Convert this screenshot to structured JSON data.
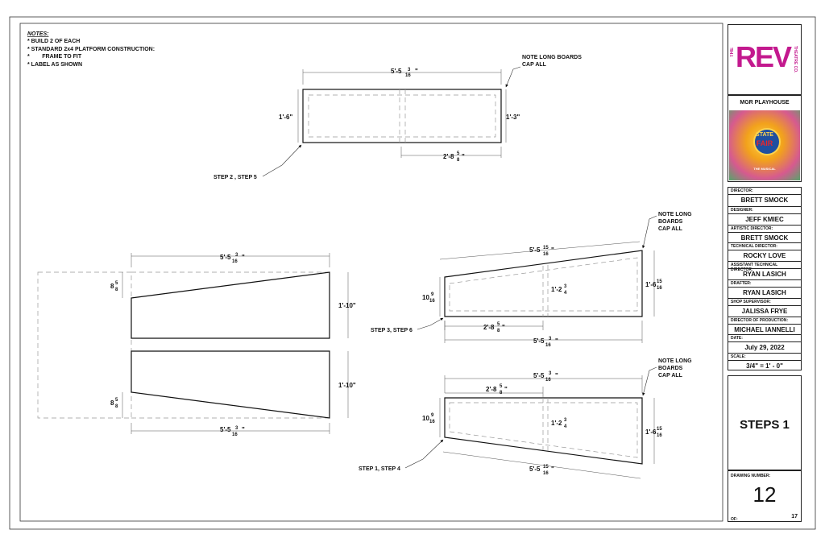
{
  "notes": {
    "heading": "NOTES:",
    "lines": [
      "* BUILD 2 OF EACH",
      "* STANDARD 2x4 PLATFORM CONSTRUCTION:",
      "*        FRAME TO FIT",
      "* LABEL AS SHOWN"
    ]
  },
  "top_platform": {
    "width": "5'-5",
    "width_frac": [
      "3",
      "16"
    ],
    "left_h": "1'-6\"",
    "right_h": "1'-3\"",
    "inner": "2'-8",
    "inner_frac": [
      "5",
      "8"
    ],
    "callout": [
      "NOTE LONG BOARDS",
      "CAP ALL"
    ],
    "label": "STEP 2 , STEP 5"
  },
  "left_pair": {
    "top_width": "5'-5",
    "top_width_frac": [
      "3",
      "16"
    ],
    "bottom_width": "5'-5",
    "bottom_width_frac": [
      "3",
      "16"
    ],
    "upper_rise": "8",
    "upper_rise_frac": [
      "5",
      "8"
    ],
    "lower_rise": "8",
    "lower_rise_frac": [
      "5",
      "8"
    ],
    "upper_h": "1'-10\"",
    "lower_h": "1'-10\""
  },
  "right_upper": {
    "slope": "5'-5",
    "slope_frac": [
      "15",
      "16"
    ],
    "left_h": "10",
    "left_h_frac": [
      "9",
      "16"
    ],
    "mid_h": "1'-2",
    "mid_h_frac": [
      "3",
      "4"
    ],
    "right_h": "1'-6",
    "right_h_frac": [
      "15",
      "16"
    ],
    "inner": "2'-8",
    "inner_frac": [
      "5",
      "8"
    ],
    "bottom": "5'-5",
    "bottom_frac": [
      "3",
      "16"
    ],
    "callout": [
      "NOTE LONG",
      "BOARDS",
      "CAP ALL"
    ],
    "label": "STEP 3, STEP 6"
  },
  "right_lower": {
    "top": "5'-5",
    "top_frac": [
      "3",
      "16"
    ],
    "inner": "2'-8",
    "inner_frac": [
      "5",
      "8"
    ],
    "left_h": "10",
    "left_h_frac": [
      "9",
      "16"
    ],
    "mid_h": "1'-2",
    "mid_h_frac": [
      "3",
      "4"
    ],
    "right_h": "1'-6",
    "right_h_frac": [
      "15",
      "16"
    ],
    "slope": "5'-5",
    "slope_frac": [
      "15",
      "16"
    ],
    "callout": [
      "NOTE LONG",
      "BOARDS",
      "CAP ALL"
    ],
    "label": "STEP 1, STEP 4"
  },
  "title_block": {
    "logo_the": "THE",
    "logo_main": "REV",
    "logo_side": "THEATRE CO.",
    "venue": "MGR PLAYHOUSE",
    "poster_title_1": "STATE",
    "poster_title_2": "FAIR",
    "poster_sub": "THE MUSICAL",
    "fields": [
      {
        "label": "DIRECTOR:",
        "value": "BRETT SMOCK"
      },
      {
        "label": "DESIGNER:",
        "value": "JEFF KMIEC"
      },
      {
        "label": "ARTISTIC DIRECTOR:",
        "value": "BRETT SMOCK"
      },
      {
        "label": "TECHNICAL DIRECTOR:",
        "value": "ROCKY LOVE"
      },
      {
        "label": "ASSISTANT TECHNICAL DIRECTOR:",
        "value": "RYAN LASICH"
      },
      {
        "label": "DRAFTER:",
        "value": "RYAN LASICH"
      },
      {
        "label": "SHOP SUPERVISOR:",
        "value": "JALISSA FRYE"
      },
      {
        "label": "DIRECTOR OF PRODUCTION:",
        "value": "MICHAEL IANNELLI"
      },
      {
        "label": "DATE:",
        "value": "July 29, 2022"
      },
      {
        "label": "SCALE:",
        "value": "3/4\" = 1' - 0\""
      }
    ],
    "sheet_title": "STEPS 1",
    "drawing_number_label": "DRAWING NUMBER:",
    "drawing_number": "12",
    "of_label": "OF:",
    "of_total": "17"
  },
  "colors": {
    "line": "#111111",
    "hidden": "#999999",
    "logo": "#c3198e",
    "poster_sky": "#f2a21b",
    "poster_badge": "#1f4fa0"
  }
}
